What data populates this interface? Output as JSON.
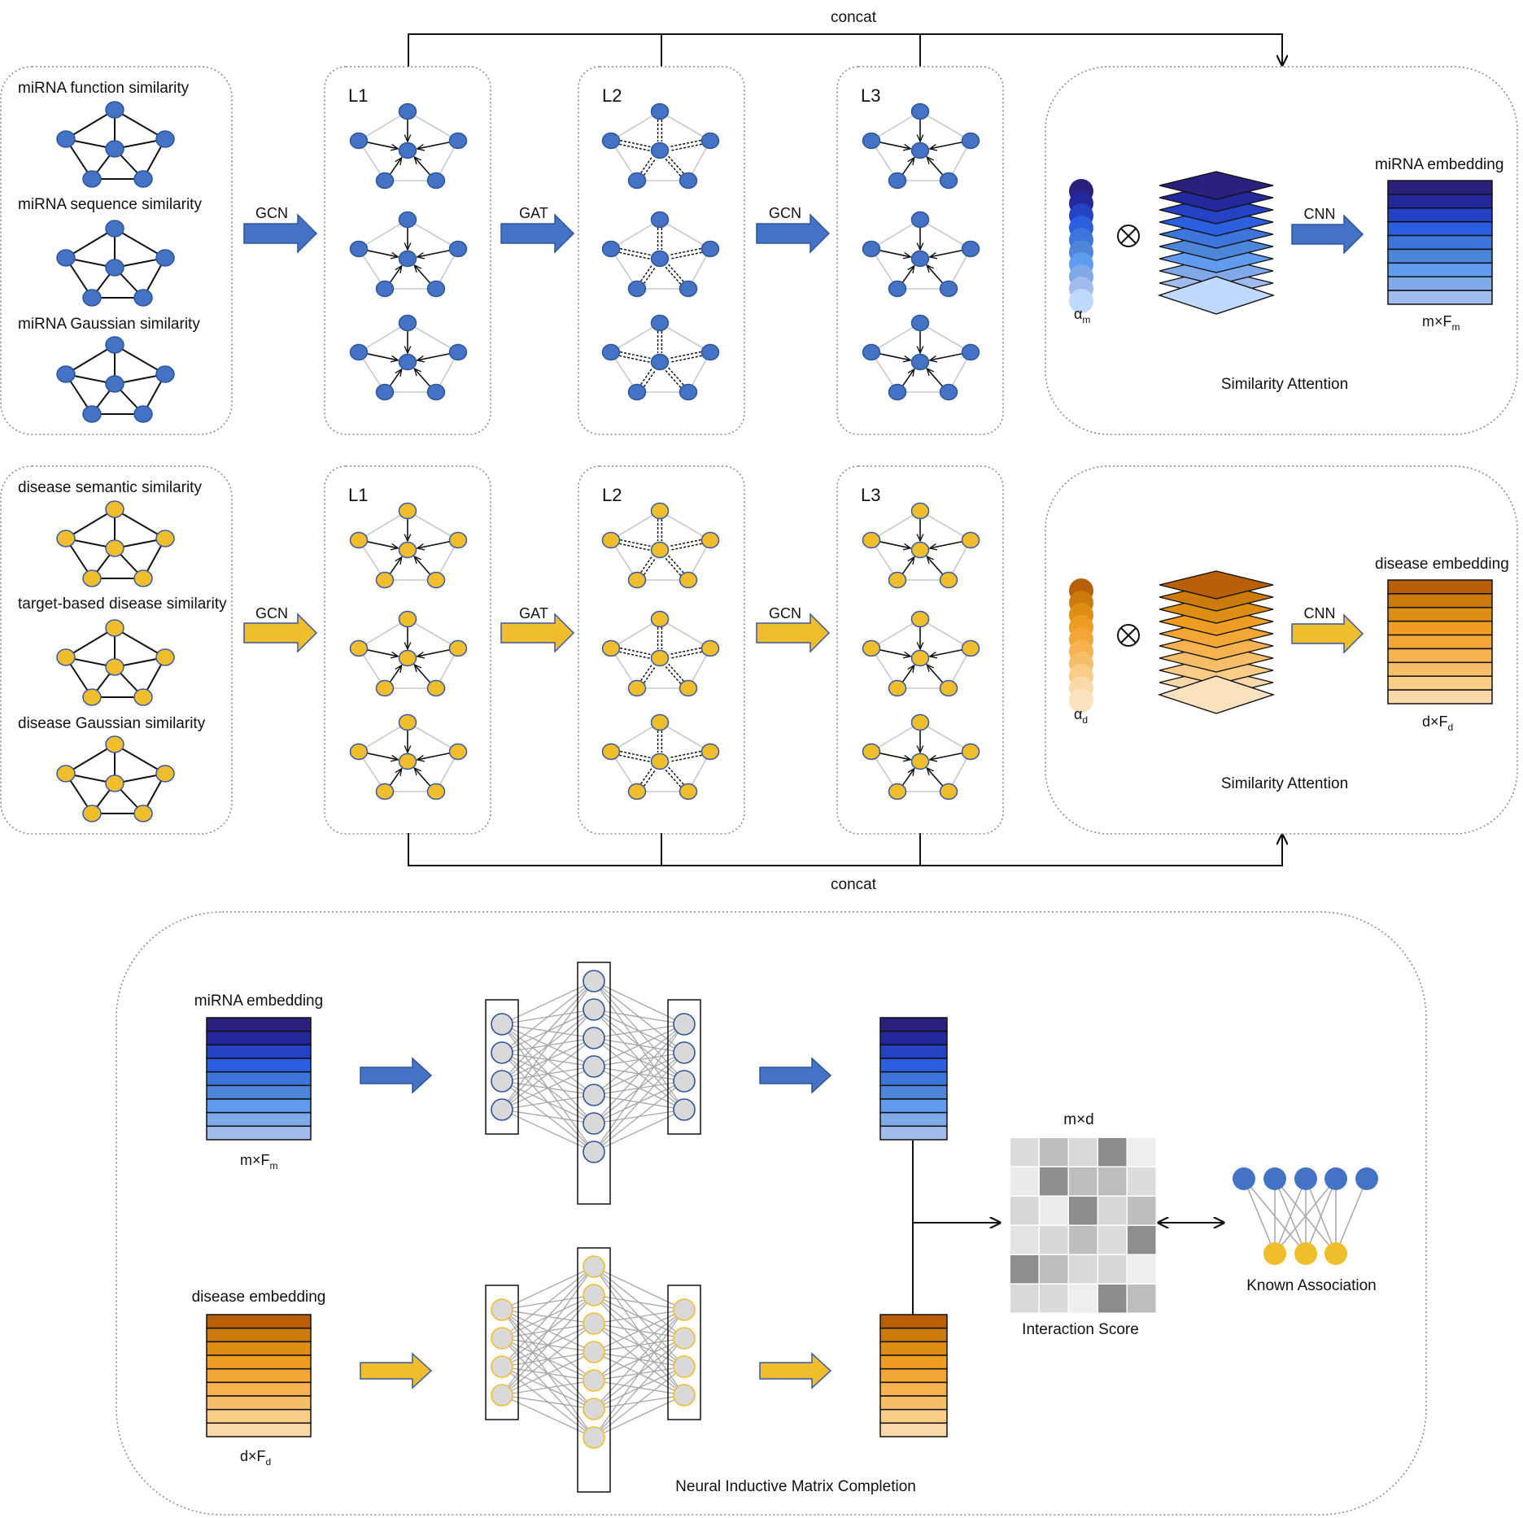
{
  "colors": {
    "mirna_node": "#4472C4",
    "mirna_stroke": "#2F5597",
    "disease_node": "#F0BE2C",
    "disease_stroke": "#3559A6",
    "mirna_scale": [
      "#2A207D",
      "#23299A",
      "#2541C4",
      "#2C5EE0",
      "#3E75DC",
      "#4D86D8",
      "#5F9CF0",
      "#7FA9E8",
      "#A1BCEC",
      "#BFD9FF"
    ],
    "disease_scale": [
      "#B85F07",
      "#CC7A0C",
      "#DE8E12",
      "#EE9C22",
      "#F3A535",
      "#F5B24E",
      "#F7BE6A",
      "#F9CC88",
      "#FAD9A8",
      "#FBE2BF"
    ],
    "nimc_node_fill": "#D9D9D9",
    "border_dashed": "#8C8C8C"
  },
  "top": {
    "concat_label": "concat",
    "similarity_titles": [
      "miRNA function similarity",
      "miRNA sequence similarity",
      "miRNA Gaussian similarity"
    ],
    "arrows": [
      "GCN",
      "GAT",
      "GCN"
    ],
    "layer_labels": [
      "L1",
      "L2",
      "L3"
    ],
    "alpha_label": "α",
    "alpha_sub": "m",
    "cnn_label": "CNN",
    "embedding_title": "miRNA embedding",
    "embedding_dim": "m×F",
    "embedding_sub": "m",
    "attention_label": "Similarity Attention"
  },
  "middle": {
    "concat_label": "concat",
    "similarity_titles": [
      "disease semantic similarity",
      "target-based disease similarity",
      "disease Gaussian similarity"
    ],
    "arrows": [
      "GCN",
      "GAT",
      "GCN"
    ],
    "layer_labels": [
      "L1",
      "L2",
      "L3"
    ],
    "alpha_label": "α",
    "alpha_sub": "d",
    "cnn_label": "CNN",
    "embedding_title": "disease embedding",
    "embedding_dim": "d×F",
    "embedding_sub": "d",
    "attention_label": "Similarity Attention"
  },
  "bottom": {
    "mirna_embedding_title": "miRNA embedding",
    "mirna_dim": "m×F",
    "mirna_sub": "m",
    "disease_embedding_title": "disease embedding",
    "disease_dim": "d×F",
    "disease_sub": "d",
    "matrix_label": "m×d",
    "interaction_label": "Interaction Score",
    "known_label": "Known Association",
    "nimc_label": "Neural Inductive Matrix Completion",
    "heatmap_grays": [
      [
        "#DCDCDC",
        "#BDBDBD",
        "#D9D9D9",
        "#8C8C8C",
        "#EEEEEE"
      ],
      [
        "#EBEBEB",
        "#8E8E8E",
        "#BEBEBE",
        "#BDBDBD",
        "#DCDCDC"
      ],
      [
        "#D7D7D7",
        "#EDEDED",
        "#8D8D8D",
        "#D8D8D8",
        "#BEBEBE"
      ],
      [
        "#E4E4E4",
        "#D8D8D8",
        "#BEBEBE",
        "#DCDCDC",
        "#8E8E8E"
      ],
      [
        "#8E8E8E",
        "#BDBDBD",
        "#D9D9D9",
        "#D8D8D8",
        "#EEEEEE"
      ],
      [
        "#D9D9D9",
        "#DADADA",
        "#EEEEEE",
        "#8C8C8C",
        "#BDBDBD"
      ]
    ]
  }
}
